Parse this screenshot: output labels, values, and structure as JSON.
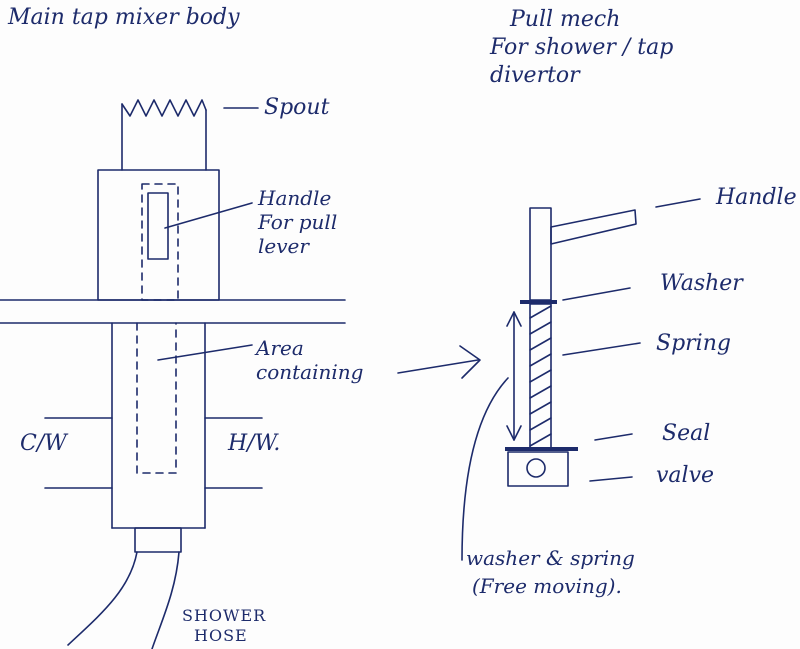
{
  "left_title": "Main tap mixer body",
  "right_title": [
    "Pull mech",
    "For shower / tap",
    "divertor"
  ],
  "labels": {
    "spout": "Spout",
    "handle_pull_lever": [
      "Handle",
      "For pull",
      "lever"
    ],
    "area_containing": [
      "Area",
      "containing"
    ],
    "cold_water": "C/W",
    "hot_water": "H/W.",
    "shower_hose": [
      "SHOWER",
      "HOSE"
    ],
    "handle": "Handle",
    "washer": "Washer",
    "spring": "Spring",
    "seal": "Seal",
    "valve": "valve",
    "washer_spring": [
      "washer & spring",
      "(Free moving)."
    ]
  },
  "ink_color": "#1d2b6b"
}
